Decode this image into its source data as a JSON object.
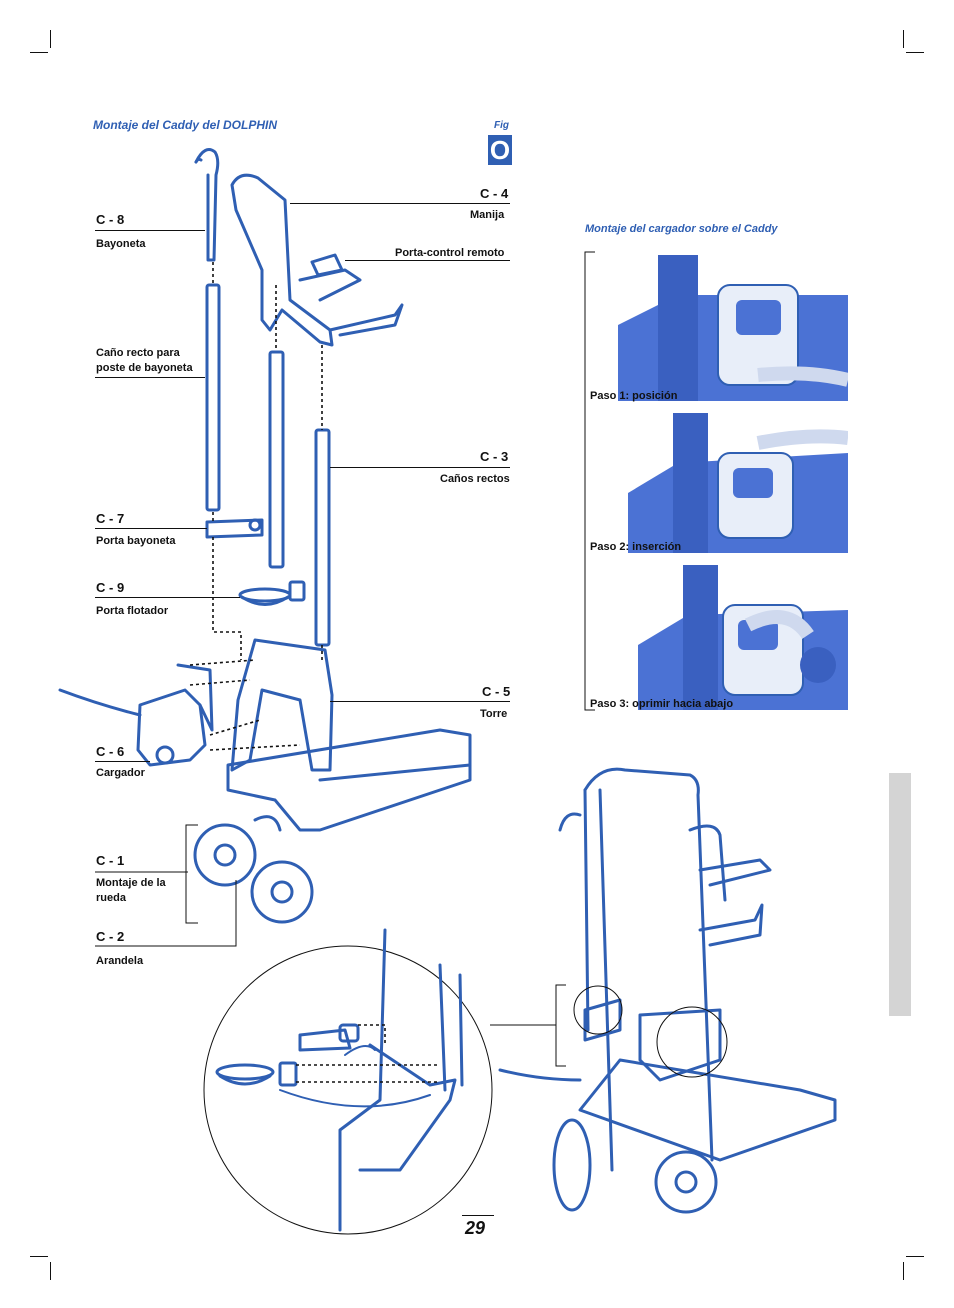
{
  "header": {
    "title": "Montaje del Caddy del DOLPHIN",
    "fig_label": "Fig",
    "fig_letter": "O",
    "charger_title": "Montaje del cargador sobre el Caddy"
  },
  "parts_left": [
    {
      "code": "C - 8",
      "label": "Bayoneta"
    },
    {
      "code": "",
      "label": "Caño recto para poste de bayoneta"
    },
    {
      "code": "C - 7",
      "label": "Porta bayoneta"
    },
    {
      "code": "C - 9",
      "label": "Porta flotador"
    },
    {
      "code": "C - 6",
      "label": "Cargador"
    },
    {
      "code": "C - 1",
      "label": "Montaje de la rueda"
    },
    {
      "code": "C - 2",
      "label": "Arandela"
    }
  ],
  "parts_right": [
    {
      "code": "C - 4",
      "label": "Manija"
    },
    {
      "code": "",
      "label": "Porta-control remoto"
    },
    {
      "code": "C - 3",
      "label": "Caños rectos"
    },
    {
      "code": "C - 5",
      "label": "Torre"
    }
  ],
  "steps": [
    {
      "label": "Paso 1: posición"
    },
    {
      "label": "Paso 2: inserción"
    },
    {
      "label": "Paso 3: oprimir hacia abajo"
    }
  ],
  "page_number": "29",
  "colors": {
    "accent": "#2f5fb3",
    "photo_blue": "#4b72d4",
    "tab_gray": "#d4d4d4"
  }
}
